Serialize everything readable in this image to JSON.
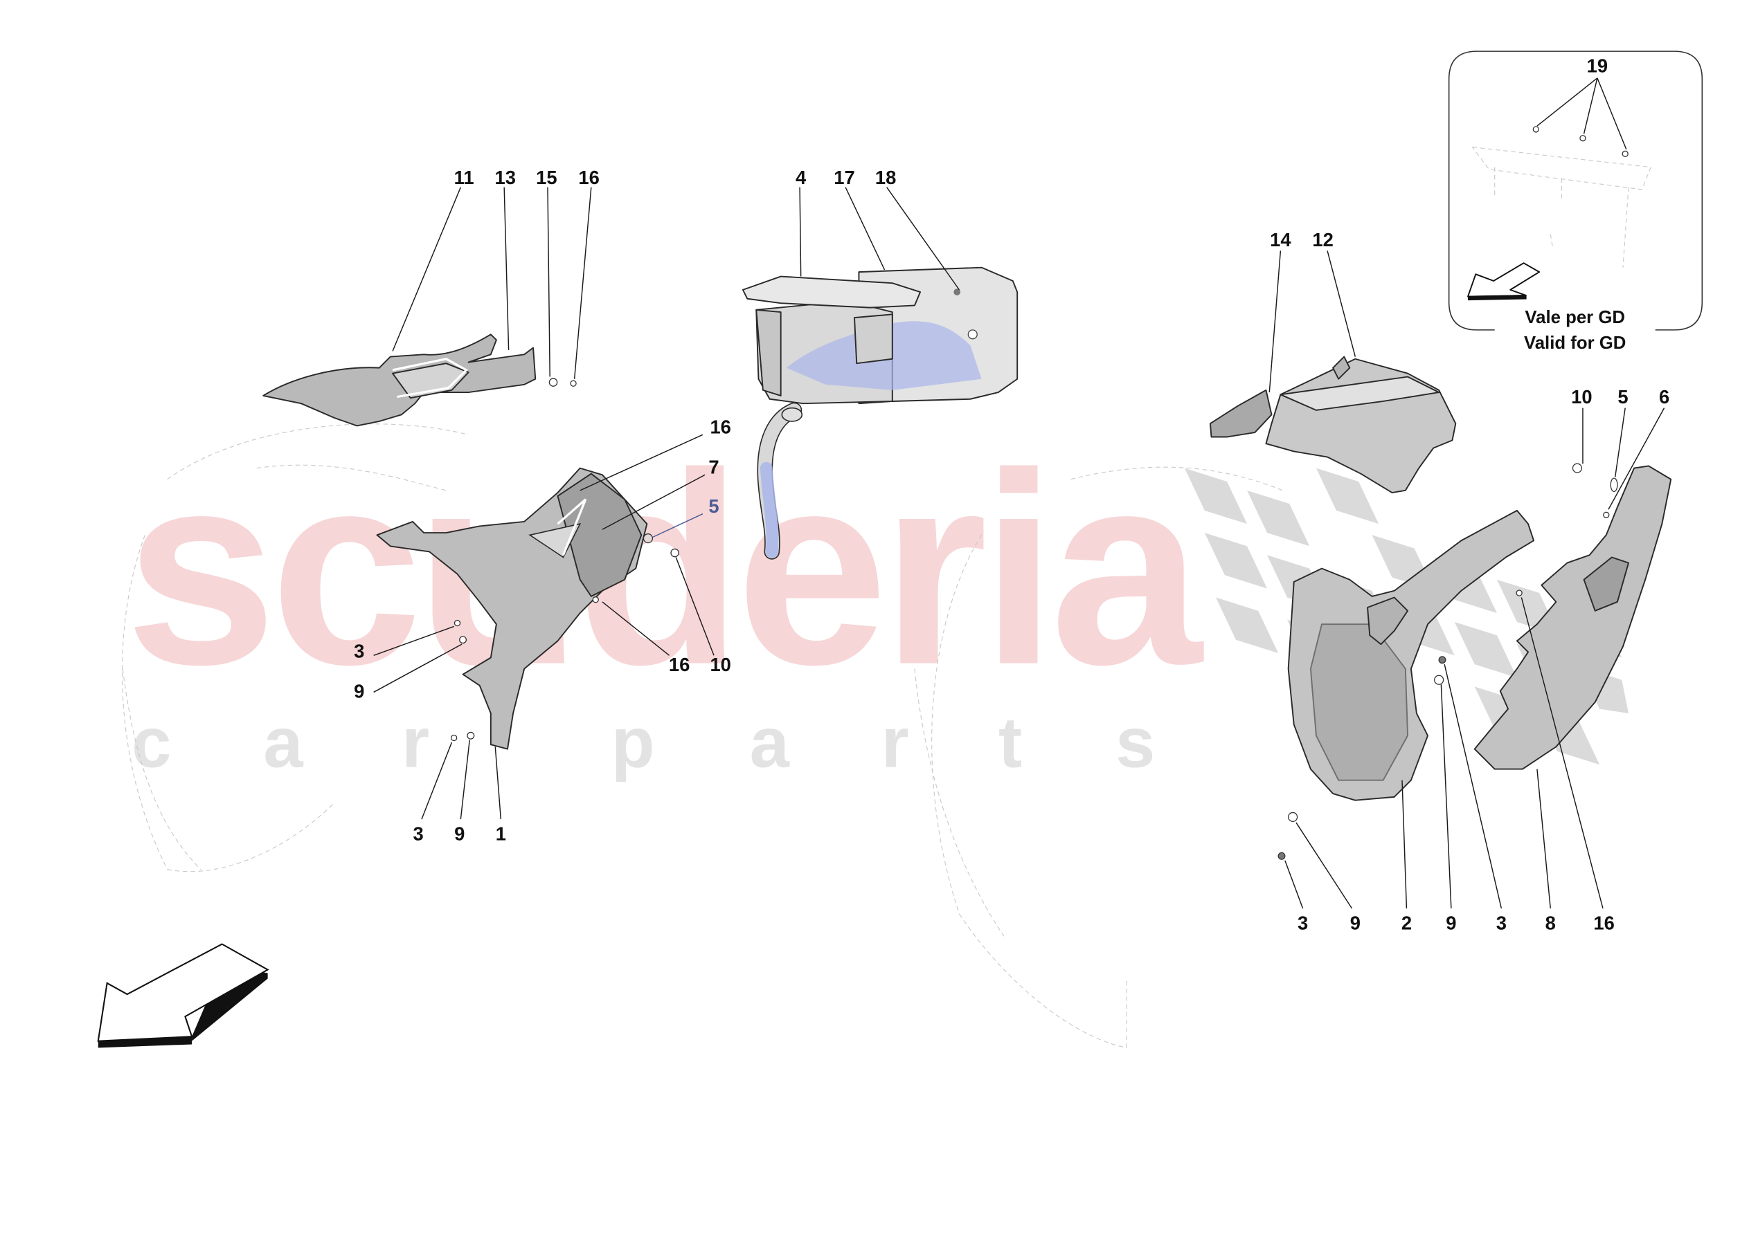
{
  "diagram": {
    "title": "Exploded parts diagram - wheelhouse liners / air ducts",
    "watermark": {
      "main_text": "scuderia",
      "sub_letters": [
        "c",
        "a",
        "r",
        "p",
        "a",
        "r",
        "t",
        "s"
      ],
      "main_color": "#f6cfd1",
      "sub_color": "#e3e3e3",
      "flag_color": "#d4d4d4"
    },
    "inset": {
      "callout": "19",
      "note_it": "Vale per GD",
      "note_en": "Valid for GD"
    },
    "colors": {
      "part_fill": "#cfcfcf",
      "part_dark": "#9a9a9a",
      "highlight_blue": "#a9b6ea",
      "callout_blue": "#4a5d94",
      "line": "#1a1a1a"
    },
    "callouts": [
      {
        "id": "c11",
        "label": "11"
      },
      {
        "id": "c13",
        "label": "13"
      },
      {
        "id": "c15",
        "label": "15"
      },
      {
        "id": "c16a",
        "label": "16"
      },
      {
        "id": "c4",
        "label": "4"
      },
      {
        "id": "c17",
        "label": "17"
      },
      {
        "id": "c18",
        "label": "18"
      },
      {
        "id": "c14",
        "label": "14"
      },
      {
        "id": "c12",
        "label": "12"
      },
      {
        "id": "c16b",
        "label": "16"
      },
      {
        "id": "c7",
        "label": "7"
      },
      {
        "id": "c5a",
        "label": "5"
      },
      {
        "id": "c3a",
        "label": "3"
      },
      {
        "id": "c9a",
        "label": "9"
      },
      {
        "id": "c16c",
        "label": "16"
      },
      {
        "id": "c10a",
        "label": "10"
      },
      {
        "id": "c3b",
        "label": "3"
      },
      {
        "id": "c9b",
        "label": "9"
      },
      {
        "id": "c1",
        "label": "1"
      },
      {
        "id": "c10b",
        "label": "10"
      },
      {
        "id": "c5b",
        "label": "5"
      },
      {
        "id": "c6",
        "label": "6"
      },
      {
        "id": "c3c",
        "label": "3"
      },
      {
        "id": "c9c",
        "label": "9"
      },
      {
        "id": "c2",
        "label": "2"
      },
      {
        "id": "c9d",
        "label": "9"
      },
      {
        "id": "c3d",
        "label": "3"
      },
      {
        "id": "c8",
        "label": "8"
      },
      {
        "id": "c16d",
        "label": "16"
      }
    ]
  }
}
